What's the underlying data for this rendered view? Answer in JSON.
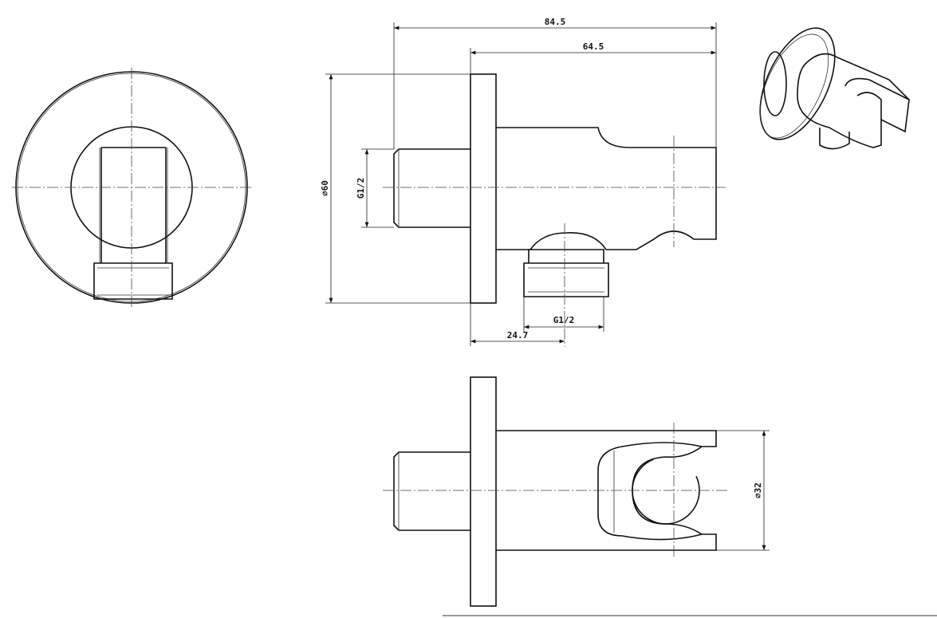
{
  "dimensions": {
    "overall_length": "84.5",
    "body_length": "64.5",
    "flange_diameter": "⌀60",
    "inlet_thread": "G1/2",
    "outlet_thread": "G1/2",
    "outlet_offset": "24.7",
    "holder_diameter": "⌀32"
  },
  "colors": {
    "line": "#111111",
    "background": "#ffffff"
  }
}
